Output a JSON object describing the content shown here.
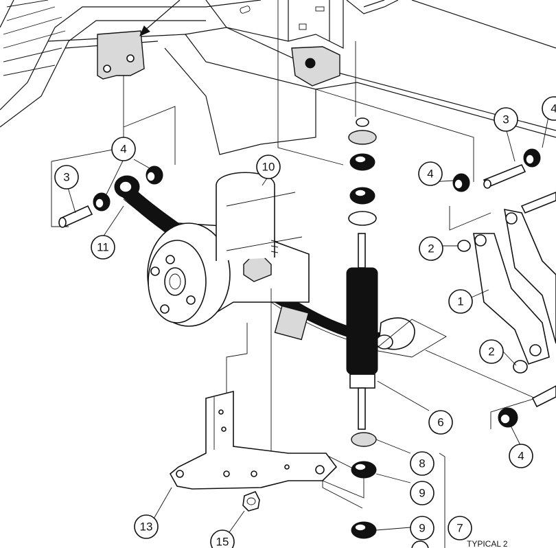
{
  "figure": {
    "caption": "TYPICAL 2",
    "callouts": [
      {
        "id": "c1",
        "label": "1"
      },
      {
        "id": "c2a",
        "label": "2"
      },
      {
        "id": "c2b",
        "label": "2"
      },
      {
        "id": "c3a",
        "label": "3"
      },
      {
        "id": "c3b",
        "label": "3"
      },
      {
        "id": "c4a",
        "label": "4"
      },
      {
        "id": "c4b",
        "label": "4"
      },
      {
        "id": "c4c",
        "label": "4"
      },
      {
        "id": "c4d",
        "label": "4"
      },
      {
        "id": "c6",
        "label": "6"
      },
      {
        "id": "c7",
        "label": "7"
      },
      {
        "id": "c8",
        "label": "8"
      },
      {
        "id": "c9a",
        "label": "9"
      },
      {
        "id": "c9b",
        "label": "9"
      },
      {
        "id": "c10",
        "label": "10"
      },
      {
        "id": "c11",
        "label": "11"
      },
      {
        "id": "c13",
        "label": "13"
      },
      {
        "id": "c15",
        "label": "15"
      }
    ]
  }
}
